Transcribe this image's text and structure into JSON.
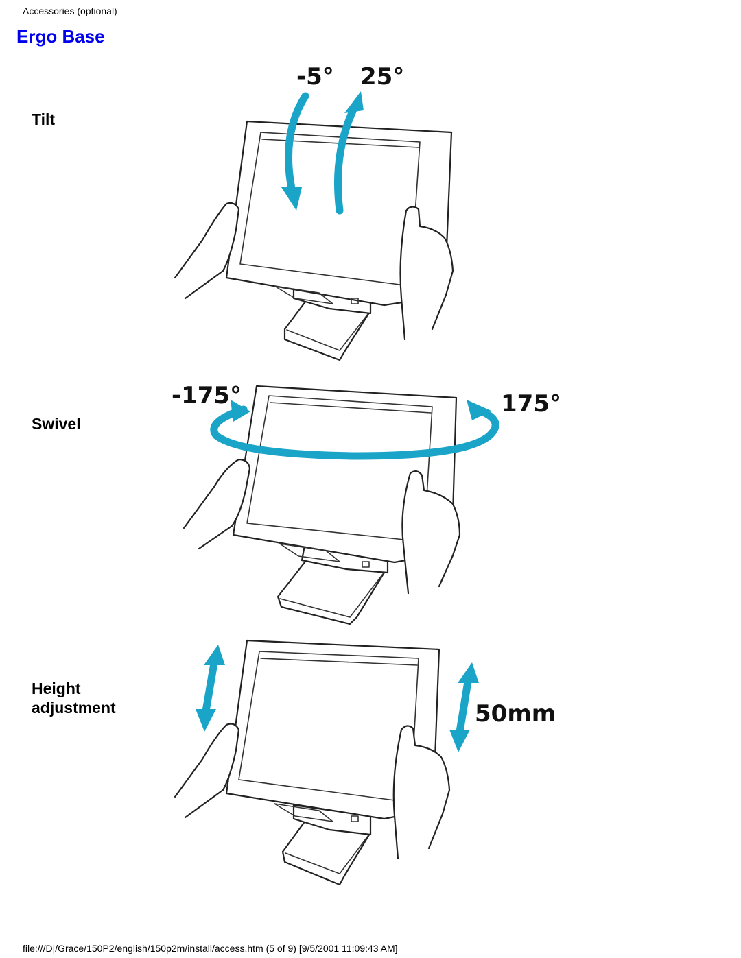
{
  "header": {
    "text": "Accessories (optional)"
  },
  "page": {
    "title": "Ergo Base"
  },
  "sections": [
    {
      "label": "Tilt",
      "marks": [
        "-5°",
        "25°"
      ],
      "icon": "monitor-tilt-illustration"
    },
    {
      "label": "Swivel",
      "marks": [
        "-175°",
        "175°"
      ],
      "icon": "monitor-swivel-illustration"
    },
    {
      "label_line1": "Height",
      "label_line2": "adjustment",
      "marks": [
        "50mm"
      ],
      "icon": "monitor-height-illustration"
    }
  ],
  "footer": {
    "text": "file:///D|/Grace/150P2/english/150p2m/install/access.htm (5 of 9) [9/5/2001 11:09:43 AM]"
  },
  "colors": {
    "title": "#0000ee",
    "arrow": "#1aa4c8"
  }
}
